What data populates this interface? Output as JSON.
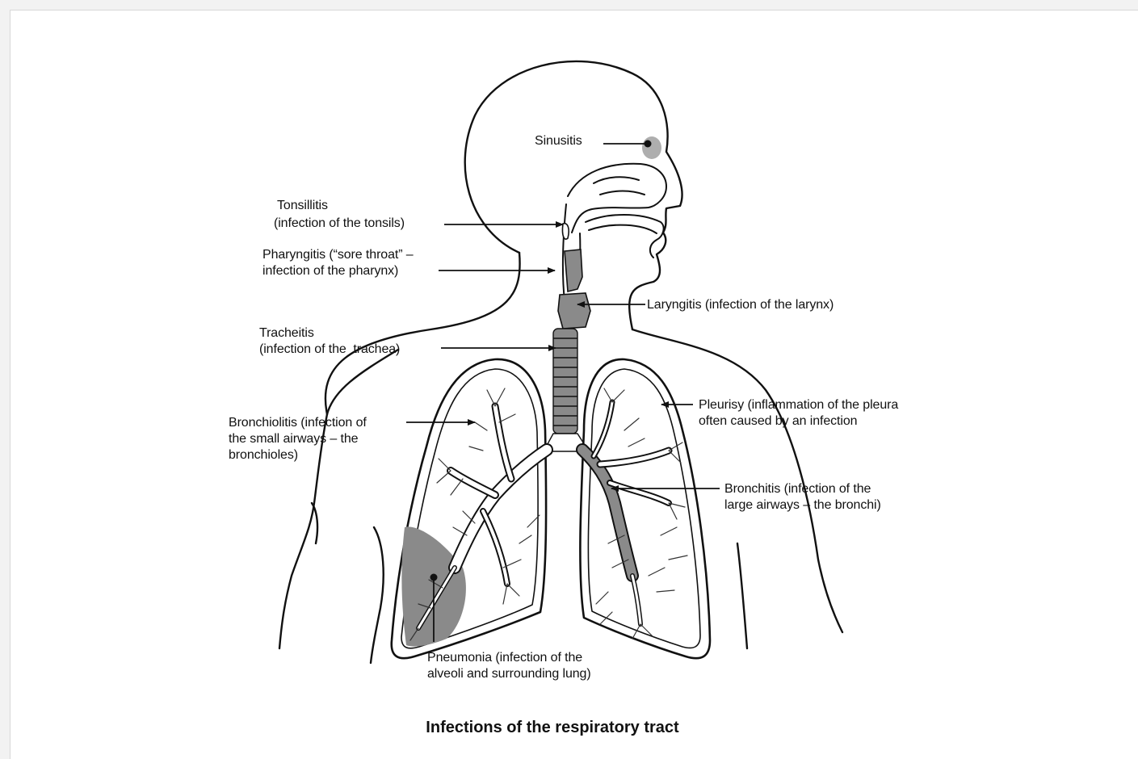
{
  "caption": "Infections of the respiratory tract",
  "labels": {
    "sinusitis": "Sinusitis",
    "tonsillitis_1": "Tonsillitis",
    "tonsillitis_2": "(infection of the tonsils)",
    "pharyngitis_1": "Pharyngitis (“sore throat” –",
    "pharyngitis_2": "infection of the pharynx)",
    "laryngitis": "Laryngitis (infection of the larynx)",
    "tracheitis_1": "Tracheitis",
    "tracheitis_2": "(infection of the  trachea)",
    "bronchiolitis_1": "Bronchiolitis (infection of",
    "bronchiolitis_2": "the small airways – the",
    "bronchiolitis_3": "bronchioles)",
    "pleurisy_1": "Pleurisy (inflammation of the pleura",
    "pleurisy_2": "often caused by an infection",
    "bronchitis_1": "Bronchitis (infection of the",
    "bronchitis_2": "large airways – the bronchi)",
    "pneumonia_1": "Pneumonia (infection of the",
    "pneumonia_2": "alveoli and surrounding lung)"
  },
  "colors": {
    "ink": "#111111",
    "infection_shade": "#8a8a8a",
    "background": "#ffffff"
  }
}
